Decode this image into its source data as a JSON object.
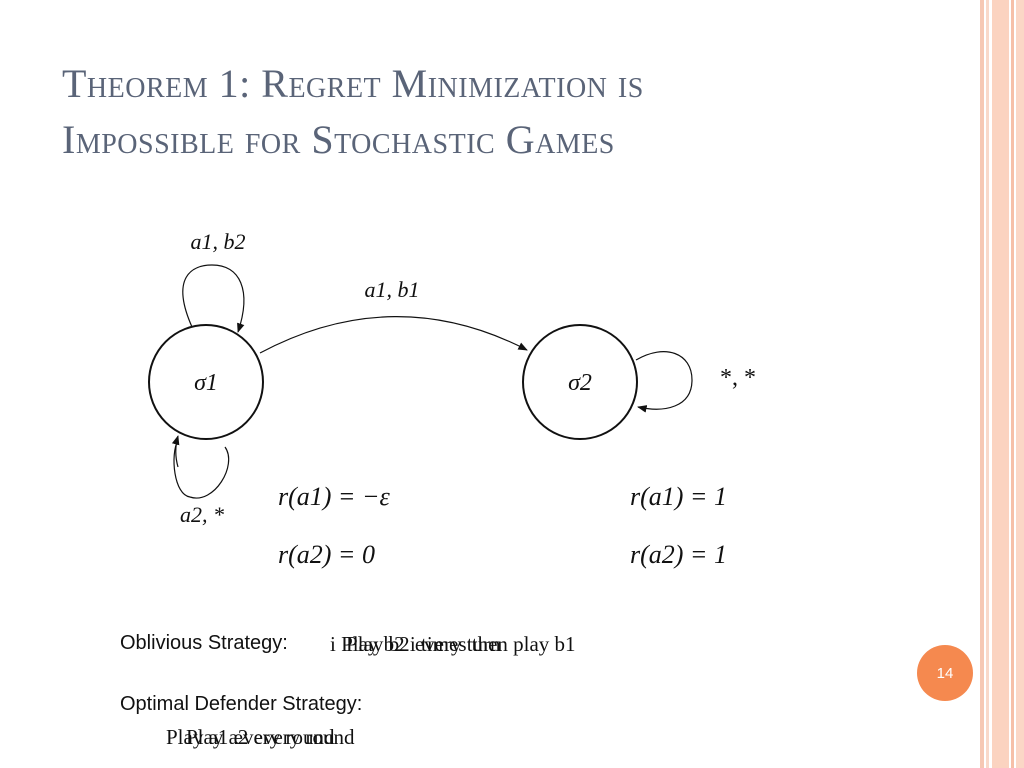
{
  "slide": {
    "title_line1": "Theorem 1: Regret Minimization is",
    "title_line2": "Impossible for Stochastic Games",
    "page_number": "14"
  },
  "diagram": {
    "state1_label": "σ1",
    "state2_label": "σ2",
    "loop1_top_label": "a1, b2",
    "edge_label": "a1, b1",
    "loop1_bottom_label": "a2, *",
    "loop2_label": "*, *",
    "rewards_s1": [
      "r(a1) = −ε",
      "r(a2) = 0"
    ],
    "rewards_s2": [
      "r(a1) = 1",
      "r(a2) = 1"
    ]
  },
  "notes": {
    "oblivious_label": "Oblivious Strategy:",
    "oblivious_overlap1": "i Play b2 i times then play b1",
    "oblivious_overlap2": "Play b2 every turn",
    "defender_label": "Optimal Defender Strategy:",
    "defender_overlap1": "Play a1 every round",
    "defender_overlap2": "Play a2 every round"
  },
  "colors": {
    "title": "#5a6478",
    "badge": "#f5894f",
    "stripe": "#fbd3c0"
  }
}
